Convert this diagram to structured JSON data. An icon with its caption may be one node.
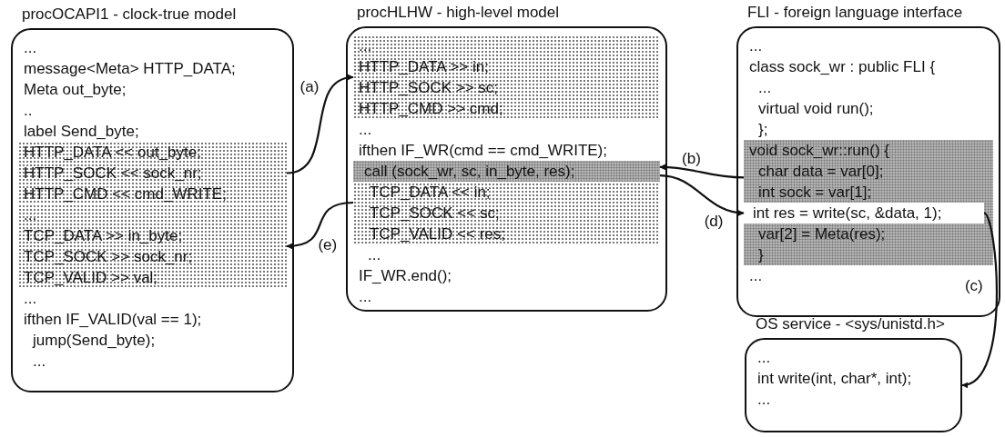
{
  "diagram": {
    "nodes": [
      {
        "text": [
          "procOCAPI1 - clock-true model",
          "...",
          "message<Meta> HTTP_DATA;",
          "Meta out_byte;",
          "..",
          "label Send_byte;",
          "...",
          "ifthen IF_VALID(val == 1);",
          "jump(Send_byte);",
          "..."
        ]
      },
      {
        "text": [
          "HTTP_DATA << out_byte;",
          "HTTP_SOCK << sock_nr;",
          "HTTP_CMD << cmd_WRITE;"
        ],
        "in": 0
      },
      {
        "text": [
          "...",
          "TCP_DATA >> in_byte;",
          "TCP_SOCK >> sock_nr;",
          "TCP_VALID >> val;"
        ],
        "in": 0
      },
      {
        "text": [
          "procHLHW - high-level model",
          "...",
          "ifthen IF_WR(cmd == cmd_WRITE);",
          "...",
          "IF_WR.end();",
          "..."
        ]
      },
      {
        "text": [
          "...",
          "HTTP_DATA >> in;",
          "HTTP_SOCK >> sc;",
          "HTTP_CMD >> cmd;"
        ],
        "in": 3
      },
      {
        "text": [
          "TCP_DATA << in;",
          "TCP_SOCK << sc;",
          "TCP_VALID << res;"
        ],
        "in": 3
      },
      {
        "text": [
          "call (sock_wr, sc, in_byte, res);"
        ],
        "in": 5
      },
      {
        "text": [
          "FLI - foreign language interface",
          "...",
          "class sock_wr : public FLI {",
          "...",
          "virtual void run();",
          "};",
          "..."
        ]
      },
      {
        "text": [
          "void sock_wr::run() {",
          "char data = var[0];",
          "int sock = var[1];",
          "var[2] = Meta(res);",
          "}"
        ],
        "in": 7
      },
      {
        "text": [
          "int res = write(sc, &data, 1);"
        ],
        "in": 8
      },
      {
        "text": [
          "OS service - <sys/unistd.h>",
          "...",
          "int write(int, char*, int);",
          "..."
        ]
      }
    ],
    "edges": [
      {
        "from": 1,
        "to": 4,
        "arrow": "to",
        "label": "(a)"
      },
      {
        "from": 8,
        "to": 6,
        "arrow": "to",
        "label": "(b)"
      },
      {
        "from": 9,
        "to": 10,
        "arrow": "to",
        "label": "(c)"
      },
      {
        "from": 6,
        "to": 9,
        "arrow": "to",
        "label": "(d)"
      },
      {
        "from": 5,
        "to": 2,
        "arrow": "to",
        "label": "(e)"
      }
    ]
  }
}
